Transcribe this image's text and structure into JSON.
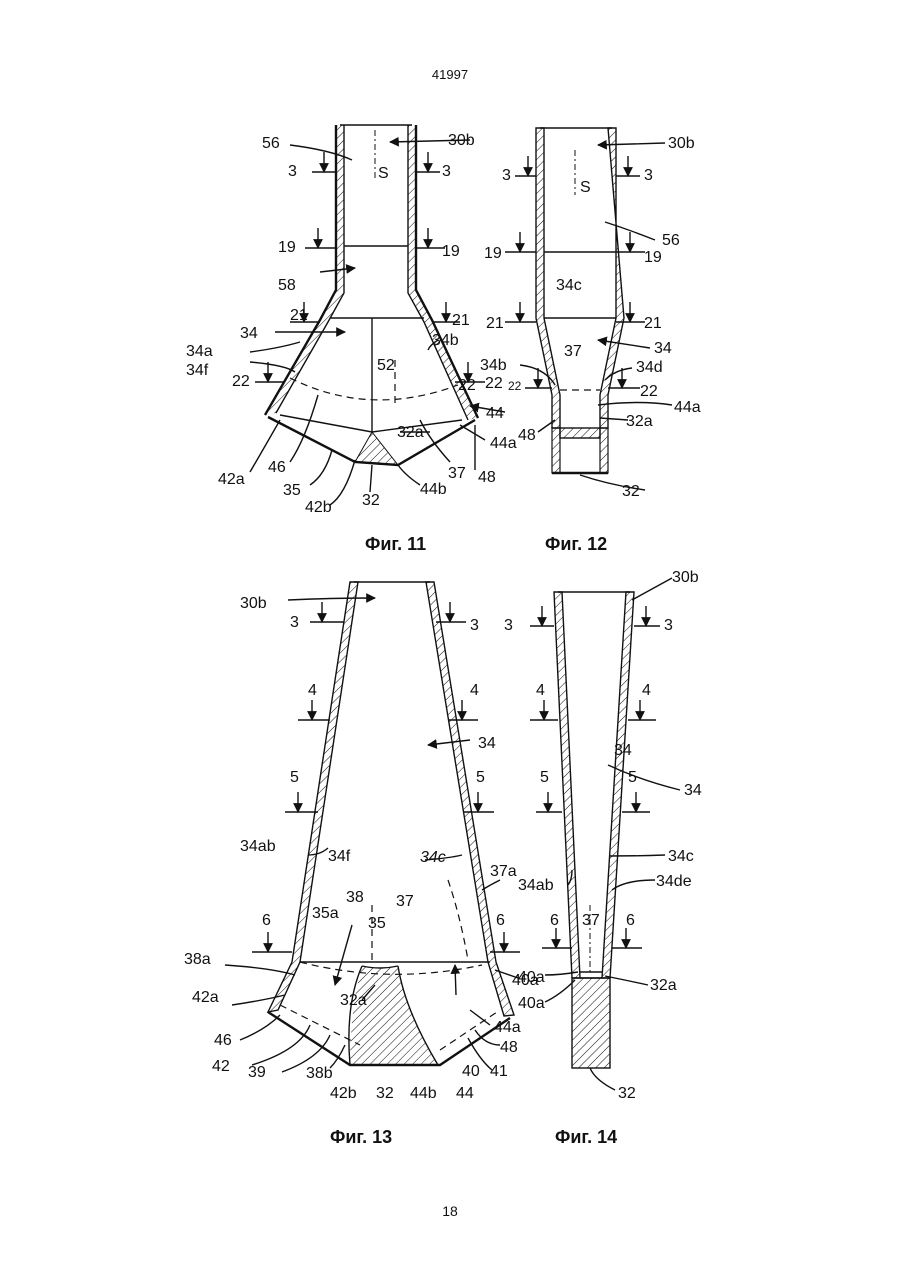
{
  "header": {
    "doc_number": "41997"
  },
  "footer": {
    "page_number": "18"
  },
  "figures": {
    "fig11": {
      "caption": "Фиг. 11",
      "labels": [
        "56",
        "30b",
        "3",
        "3",
        "S",
        "19",
        "19",
        "58",
        "21",
        "21",
        "34",
        "34b",
        "34a",
        "34f",
        "52",
        "22",
        "22",
        "44",
        "32a",
        "44a",
        "42a",
        "46",
        "37",
        "48",
        "35",
        "42b",
        "32",
        "44b"
      ]
    },
    "fig12": {
      "caption": "Фиг. 12",
      "labels": [
        "30b",
        "3",
        "3",
        "S",
        "56",
        "19",
        "19",
        "34c",
        "21",
        "21",
        "34",
        "37",
        "34b",
        "34d",
        "22",
        "22",
        "22",
        "44a",
        "32a",
        "48",
        "32"
      ]
    },
    "fig13": {
      "caption": "Фиг. 13",
      "labels": [
        "30b",
        "3",
        "3",
        "4",
        "4",
        "34",
        "5",
        "5",
        "34ab",
        "34f",
        "34c",
        "37a",
        "38",
        "37",
        "35a",
        "35",
        "6",
        "6",
        "38a",
        "40a",
        "42a",
        "32a",
        "44a",
        "46",
        "48",
        "42",
        "39",
        "38b",
        "40",
        "41",
        "42b",
        "32",
        "44b",
        "44"
      ]
    },
    "fig14": {
      "caption": "Фиг. 14",
      "labels": [
        "30b",
        "3",
        "3",
        "4",
        "4",
        "34",
        "5",
        "5",
        "34",
        "34c",
        "34ab",
        "34de",
        "6",
        "37",
        "6",
        "40a",
        "32a",
        "40a",
        "32"
      ]
    }
  }
}
